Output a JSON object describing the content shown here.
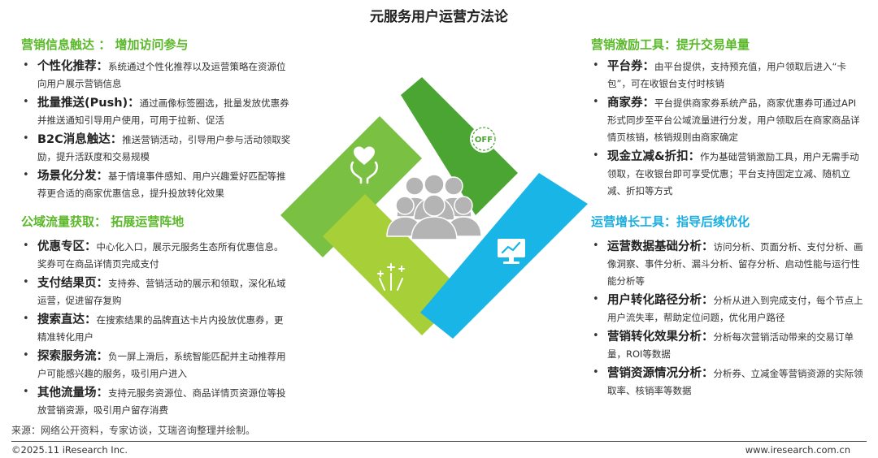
{
  "title": "元服务用户运营方法论",
  "colors": {
    "green": "#5bb82a",
    "blue": "#1aaee0",
    "tile_top_left": "#7ac143",
    "tile_top_right": "#4aa532",
    "tile_bottom_left": "#a6cf38",
    "tile_right": "#19b5e6",
    "people": "#b4b4b4"
  },
  "icons": {
    "tile_top_left": "hand-heart-icon",
    "tile_top_right": "off-tag-icon",
    "tile_bottom_left": "fireworks-icon",
    "tile_right": "monitor-chart-icon",
    "center": "people-group-icon"
  },
  "sections": {
    "top_left": {
      "title": "营销信息触达 ： 增加访问参与",
      "items": [
        {
          "term": "个性化推荐：",
          "desc": "系统通过个性化推荐以及运营策略在资源位向用户展示营销信息"
        },
        {
          "term": "批量推送(Push)：",
          "desc": "通过画像标签圈选，批量发放优惠券并推送通知引导用户使用，可用于拉新、促活"
        },
        {
          "term": "B2C消息触达：",
          "desc": "推送营销活动，引导用户参与活动领取奖励，提升活跃度和交易规模"
        },
        {
          "term": "场景化分发：",
          "desc": "基于情境事件感知、用户兴趣爱好匹配等推荐更合适的商家优惠信息，提升投放转化效果"
        }
      ]
    },
    "bottom_left": {
      "title": "公域流量获取： 拓展运营阵地",
      "items": [
        {
          "term": "优惠专区：",
          "desc": "中心化入口，展示元服务生态所有优惠信息。奖券可在商品详情页完成支付"
        },
        {
          "term": "支付结果页：",
          "desc": "支持券、营销活动的展示和领取，深化私域运营，促进留存复购"
        },
        {
          "term": "搜索直达：",
          "desc": "在搜索结果的品牌直达卡片内投放优惠券，更精准转化用户"
        },
        {
          "term": "探索服务流：",
          "desc": "负一屏上滑后，系统智能匹配并主动推荐用户可能感兴趣的服务，吸引用户进入"
        },
        {
          "term": "其他流量场：",
          "desc": "支持元服务资源位、商品详情页资源位等投放营销资源，吸引用户留存消费"
        }
      ]
    },
    "top_right": {
      "title": "营销激励工具：提升交易单量",
      "items": [
        {
          "term": "平台券：",
          "desc": "由平台提供，支持预充值，用户领取后进入“卡包”，可在收银台支付时核销"
        },
        {
          "term": "商家券：",
          "desc": "平台提供商家券系统产品，商家优惠券可通过API形式同步至平台公域流量进行分发，用户领取后在商家商品详情页核销，核销规则由商家确定"
        },
        {
          "term": "现金立减&折扣：",
          "desc": "作为基础营销激励工具，用户无需手动领取，在收银台即可享受优惠；平台支持固定立减、随机立减、折扣等方式"
        }
      ]
    },
    "bottom_right": {
      "title": "运营增长工具：指导后续优化",
      "items": [
        {
          "term": "运营数据基础分析：",
          "desc": "访问分析、页面分析、支付分析、画像洞察、事件分析、漏斗分析、留存分析、启动性能与运行性能分析等"
        },
        {
          "term": "用户转化路径分析：",
          "desc": "分析从进入到完成支付，每个节点上用户流失率，帮助定位问题，优化用户路径"
        },
        {
          "term": "营销转化效果分析：",
          "desc": "分析每次营销活动带来的交易订单量，ROI等数据"
        },
        {
          "term": "营销资源情况分析：",
          "desc": "分析券、立减金等营销资源的实际领取率、核销率等数据"
        }
      ]
    }
  },
  "tiles": {
    "off_label": "OFF"
  },
  "footer": {
    "source": "来源：网络公开资料，专家访谈，艾瑞咨询整理并绘制。",
    "copyright": "©2025.11 iResearch Inc.",
    "website": "www.iresearch.com.cn"
  }
}
